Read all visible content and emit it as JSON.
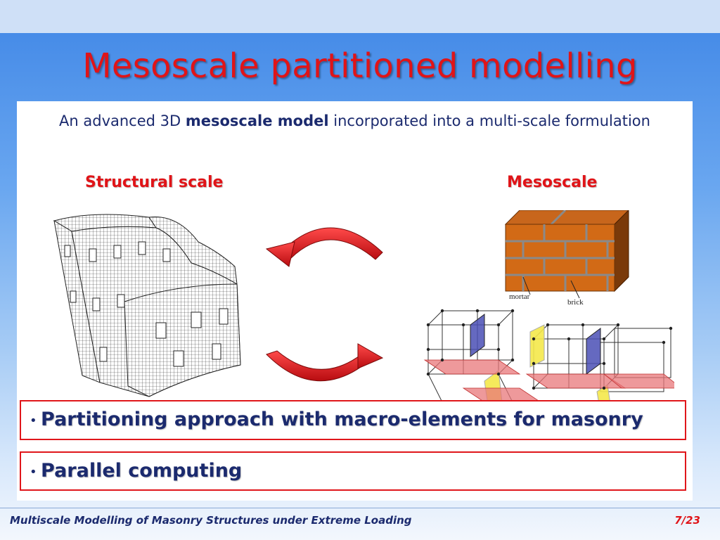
{
  "slide": {
    "title": "Mesoscale partitioned modelling",
    "subtitle_pre": "An advanced 3D ",
    "subtitle_bold": "mesoscale model",
    "subtitle_post": " incorporated into a multi-scale formulation",
    "left_label": "Structural scale",
    "right_label": "Mesoscale",
    "mortar_label": "mortar",
    "brick_label": "brick",
    "bullets": [
      {
        "marker": "•",
        "text": "Partitioning approach with macro-elements for masonry"
      },
      {
        "marker": "•",
        "text": "Parallel computing"
      }
    ]
  },
  "footer": {
    "title": "Multiscale Modelling of Masonry Structures under Extreme Loading",
    "page": "7/23"
  },
  "colors": {
    "accent_red": "#e01418",
    "text_navy": "#1b2a6e",
    "brick": "#d26a16",
    "mortar": "#8a8a8a",
    "blue_patch": "#4a4fb5",
    "yellow_patch": "#f4e84a",
    "red_patch": "#e8777a"
  },
  "icons": [
    "cycle-arrow-top-icon",
    "cycle-arrow-bottom-icon"
  ]
}
